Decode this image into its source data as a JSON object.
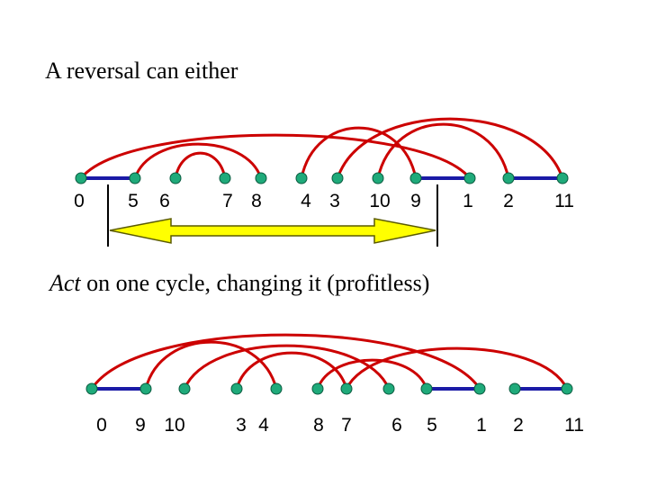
{
  "slide": {
    "title": "A reversal can either",
    "caption_italic": "Act",
    "caption_rest": " on one cycle, changing it (profitless)"
  },
  "colors": {
    "arc": "#cc0000",
    "edge": "#1a1aa6",
    "node_fill": "#1faa7a",
    "node_stroke": "#0a5c40",
    "arrow_fill": "#ffff00",
    "arrow_stroke": "#5a5a00"
  },
  "top_diagram": {
    "labels": [
      "0",
      "5",
      "6",
      "7",
      "8",
      "4",
      "3",
      "10",
      "9",
      "1",
      "2",
      "11"
    ],
    "reversal_interval": "from after 0 to before 1"
  },
  "bottom_diagram": {
    "labels": [
      "0",
      "9",
      "10",
      "3",
      "4",
      "8",
      "7",
      "6",
      "5",
      "1",
      "2",
      "11"
    ]
  }
}
